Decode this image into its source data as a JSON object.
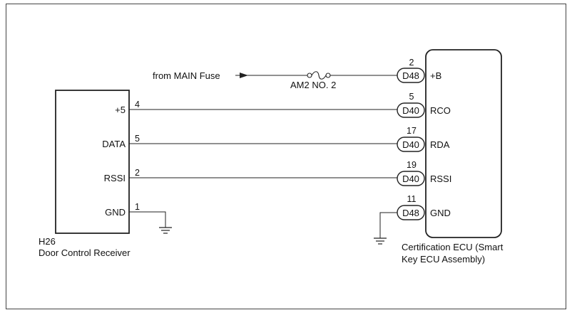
{
  "receiver": {
    "code": "H26",
    "name": "Door Control Receiver",
    "terminals": [
      {
        "label": "+5",
        "pin": "4"
      },
      {
        "label": "DATA",
        "pin": "5"
      },
      {
        "label": "RSSI",
        "pin": "2"
      },
      {
        "label": "GND",
        "pin": "1"
      }
    ]
  },
  "ecu": {
    "name_line1": "Certification ECU (Smart",
    "name_line2": "Key ECU Assembly)",
    "terminals": [
      {
        "label": "+B",
        "pin": "2",
        "connector": "D48"
      },
      {
        "label": "RCO",
        "pin": "5",
        "connector": "D40"
      },
      {
        "label": "RDA",
        "pin": "17",
        "connector": "D40"
      },
      {
        "label": "RSSI",
        "pin": "19",
        "connector": "D40"
      },
      {
        "label": "GND",
        "pin": "11",
        "connector": "D48"
      }
    ]
  },
  "supply": {
    "source": "from MAIN Fuse",
    "fuse": "AM2 NO. 2"
  }
}
